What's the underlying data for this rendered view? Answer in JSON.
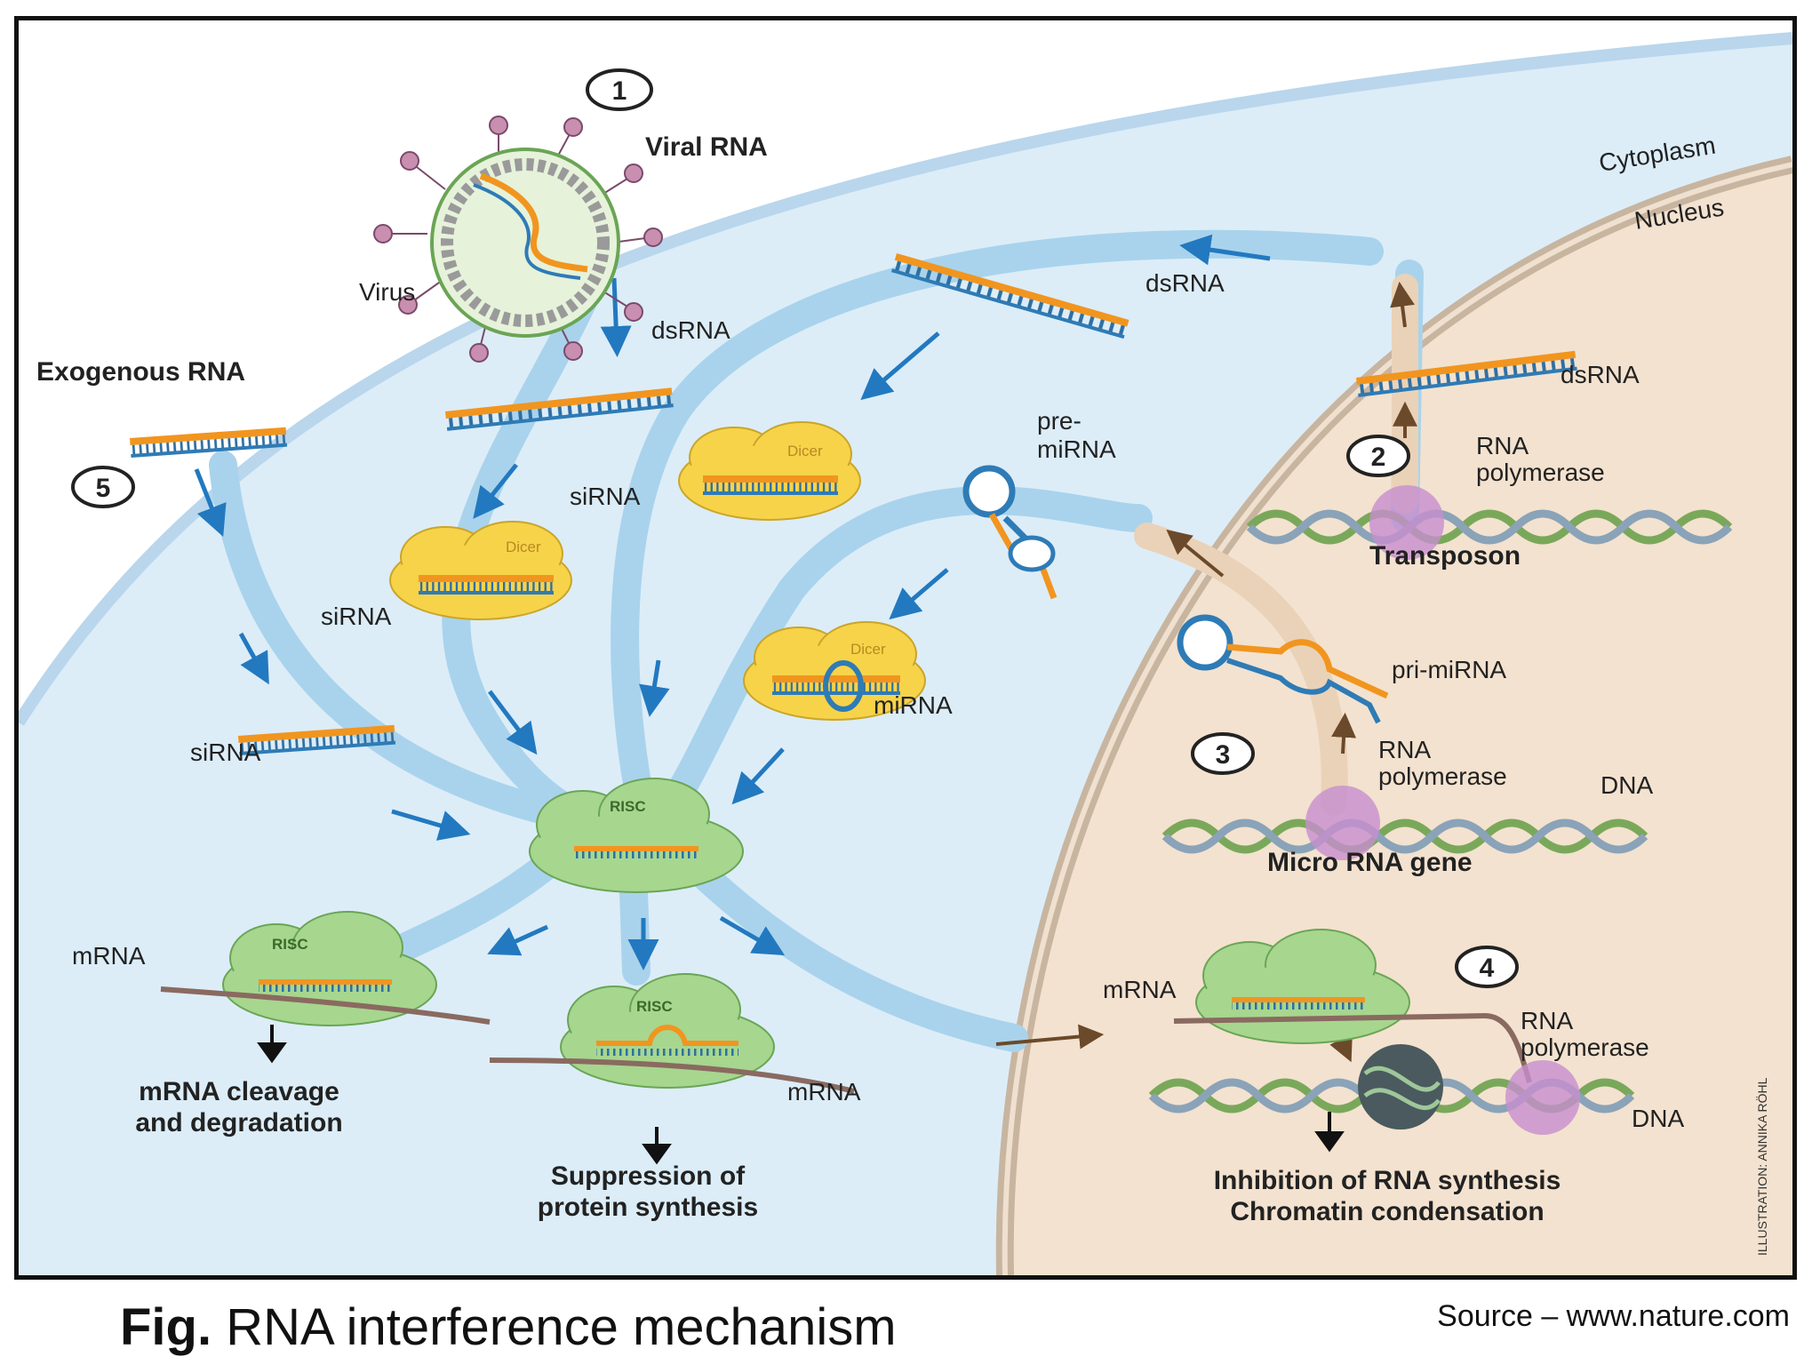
{
  "diagram": {
    "steps": [
      "1",
      "2",
      "3",
      "4",
      "5"
    ],
    "compartments": {
      "cytoplasm": "Cytoplasm",
      "nucleus": "Nucleus"
    },
    "labels": {
      "viral_rna": "Viral RNA",
      "virus": "Virus",
      "exogenous_rna": "Exogenous RNA",
      "dsrna_1": "dsRNA",
      "dsrna_2": "dsRNA",
      "dsrna_3": "dsRNA",
      "sirna_1": "siRNA",
      "sirna_2": "siRNA",
      "sirna_3": "siRNA",
      "mirna": "miRNA",
      "pre_mirna_1": "pre-",
      "pre_mirna_2": "miRNA",
      "pri_mirna": "pri-miRNA",
      "dicer": "Dicer",
      "risc": "RISC",
      "rna_polymerase_1": "RNA",
      "rna_polymerase_2": "polymerase",
      "transposon": "Transposon",
      "micro_rna_gene": "Micro RNA gene",
      "dna": "DNA",
      "mrna": "mRNA",
      "outcome_cleavage_1": "mRNA cleavage",
      "outcome_cleavage_2": "and degradation",
      "outcome_suppression_1": "Suppression of",
      "outcome_suppression_2": "protein synthesis",
      "outcome_inhibition_1": "Inhibition of RNA synthesis",
      "outcome_inhibition_2": "Chromatin condensation",
      "illustration_credit": "ILLUSTRATION: ANNIKA RÖHL"
    },
    "colors": {
      "cytoplasm": "#dcedf8",
      "nucleus": "#f3e2cf",
      "pathway": "#a9d3ec",
      "arrow": "#2279c0",
      "rna_orange": "#f1951f",
      "rna_blue": "#2e7bb6",
      "dicer": "#f7d34a",
      "risc": "#a7d68f",
      "polymerase": "#c78fce"
    }
  },
  "caption": {
    "fig": "Fig.",
    "text": " RNA interference mechanism"
  },
  "source": "Source – www.nature.com"
}
